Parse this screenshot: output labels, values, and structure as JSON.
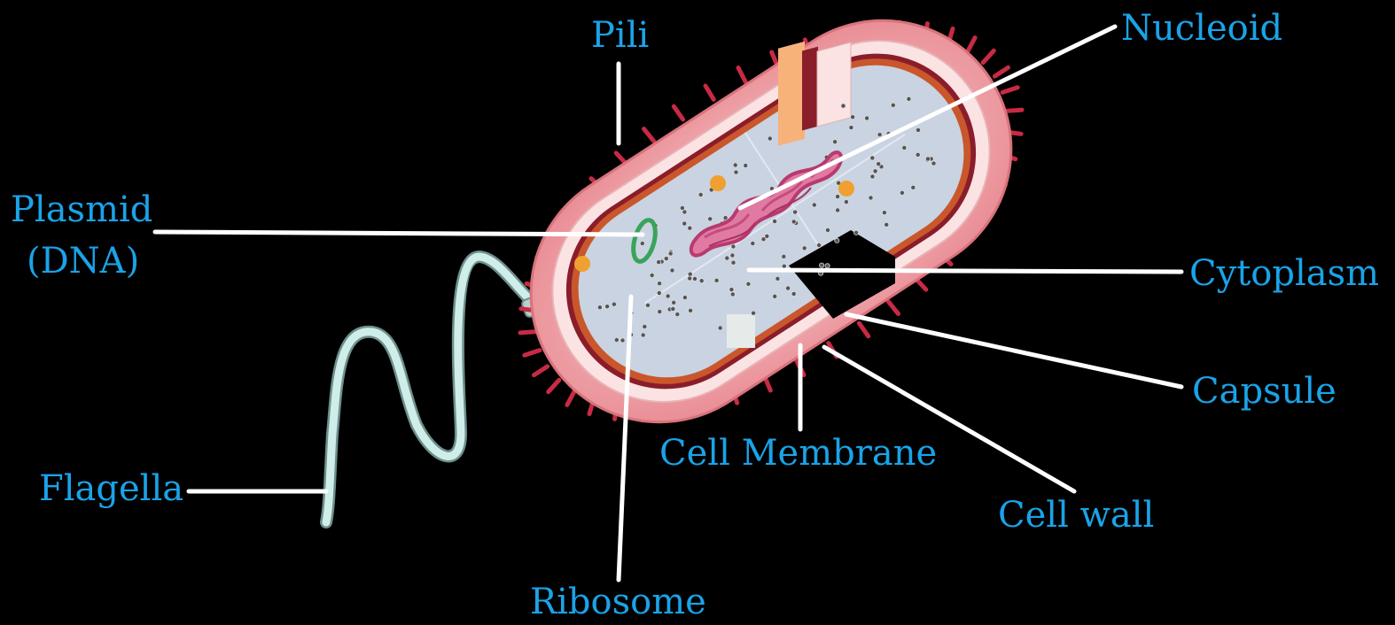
{
  "diagram": {
    "labels": {
      "pili": "Pili",
      "nucleoid": "Nucleoid",
      "plasmid_line1": "Plasmid",
      "plasmid_line2": "(DNA)",
      "cytoplasm": "Cytoplasm",
      "capsule": "Capsule",
      "cell_membrane": "Cell Membrane",
      "cell_wall": "Cell wall",
      "flagella": "Flagella",
      "ribosome": "Ribosome"
    },
    "colors": {
      "background": "#000000",
      "label_text": "#1aa3e8",
      "leader_line": "#ffffff",
      "capsule": "#f2a9ad",
      "cell_wall": "#fbe3e3",
      "membrane": "#c9572b",
      "cytoplasm": "#c9d3e2",
      "nucleoid": "#d65b8f",
      "plasmid": "#3aa35a",
      "ribosome": "#4a4a4a",
      "granule": "#f0a030",
      "pili": "#c82a44",
      "flagellum": "#bfe4e0"
    }
  }
}
